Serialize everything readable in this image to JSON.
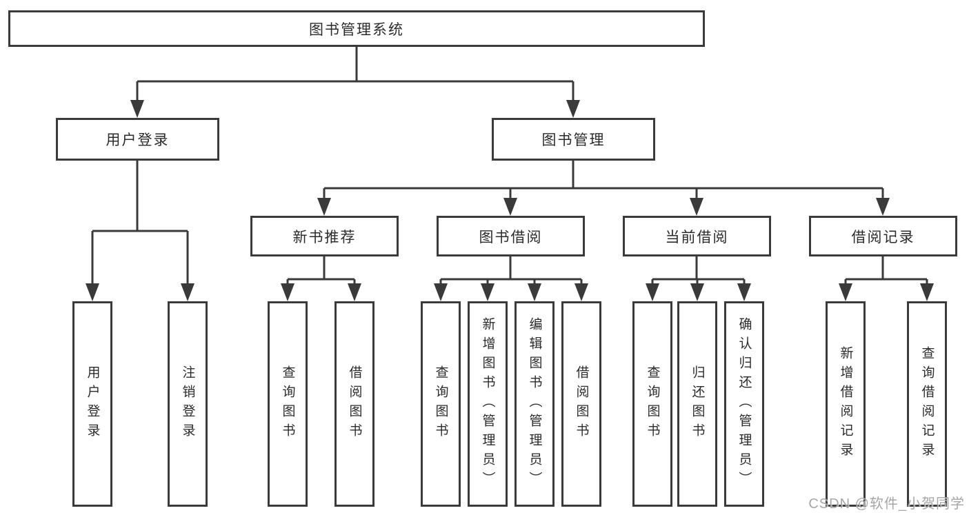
{
  "nodes": {
    "root": {
      "label": "图书管理系统"
    },
    "level2": [
      {
        "label": "用户登录"
      },
      {
        "label": "图书管理"
      }
    ],
    "level3": [
      {
        "label": "新书推荐"
      },
      {
        "label": "图书借阅"
      },
      {
        "label": "当前借阅"
      },
      {
        "label": "借阅记录"
      }
    ],
    "leaves": {
      "user_login": [
        "用户登录",
        "注销登录"
      ],
      "new_book": [
        "查询图书",
        "借阅图书"
      ],
      "book_borrow": [
        "查询图书",
        "新增图书（管理员）",
        "编辑图书（管理员）",
        "借阅图书"
      ],
      "current_borrow": [
        "查询图书",
        "归还图书",
        "确认归还（管理员）"
      ],
      "borrow_record": [
        "新增借阅记录",
        "查询借阅记录"
      ]
    }
  },
  "watermark": "CSDN @软件_小贺同学",
  "colors": {
    "line": "#3a3a3a",
    "text": "#2b2b2b",
    "watermark": "#9e9e9e",
    "background": "#ffffff"
  }
}
